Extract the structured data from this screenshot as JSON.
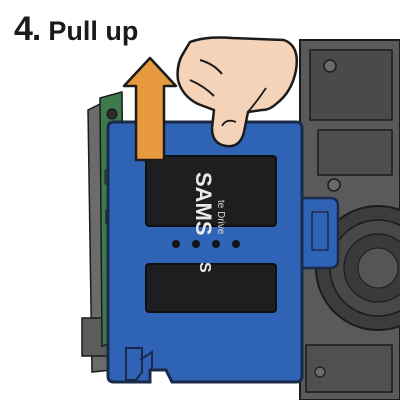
{
  "heading": {
    "number": "4.",
    "title": "Pull up"
  },
  "drive_label": {
    "brand": "SAMS",
    "subtitle": "te Drive",
    "lower_fragment": "S"
  },
  "colors": {
    "bracket": "#2f63b5",
    "bracket_outline": "#1b2a4a",
    "arrow": "#e69a3d",
    "drive": "#1e1e20",
    "chassis": "#5a5a5a",
    "chassis_dark": "#3c3c3c",
    "pcb": "#3f7a4e",
    "skin": "#f4d3b8"
  },
  "icons": {
    "arrow": "arrow-up-icon",
    "hand": "hand-icon"
  }
}
